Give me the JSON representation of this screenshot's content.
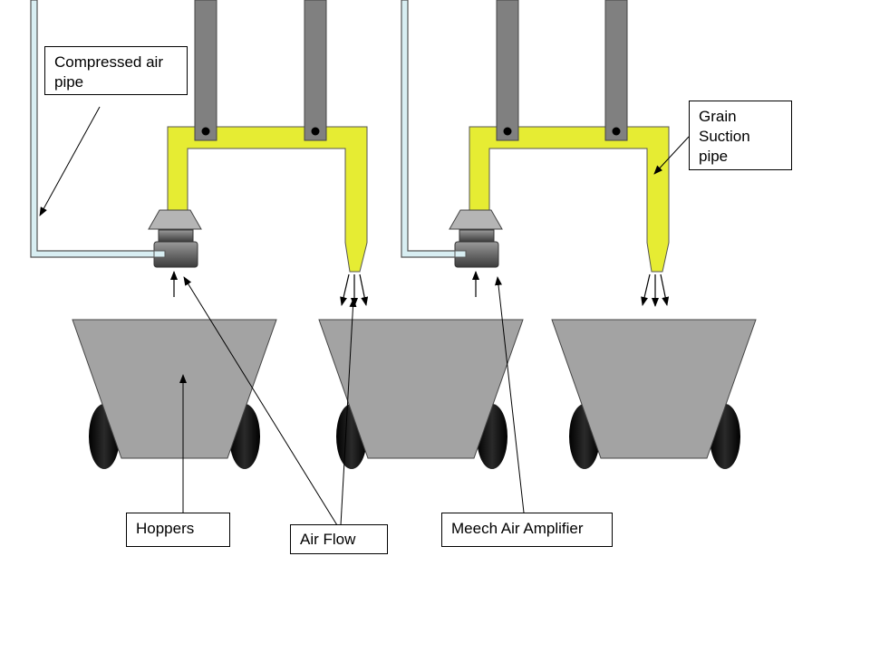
{
  "labels": {
    "compressed_air_pipe": "Compressed air\npipe",
    "grain_suction_pipe": "Grain\nSuction\npipe",
    "hoppers": "Hoppers",
    "air_flow": "Air Flow",
    "meech_air_amplifier": "Meech Air Amplifier"
  },
  "colors": {
    "suction_pipe": "#e6ec33",
    "vertical_pipe": "#808080",
    "hopper": "#a3a3a3",
    "wheel": "#111111",
    "air_pipe_fill": "#d8eef2",
    "amplifier_cone": "#b5b5b5",
    "amplifier_body": "#6a6a6a"
  }
}
